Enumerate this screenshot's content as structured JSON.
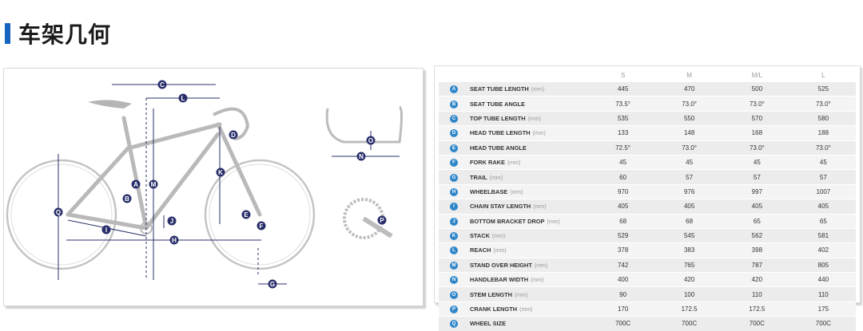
{
  "title": "车架几何",
  "sizes": [
    "S",
    "M",
    "M/L",
    "L"
  ],
  "rows": [
    {
      "letter": "A",
      "name": "SEAT TUBE LENGTH",
      "unit": "(mm)",
      "values": [
        "445",
        "470",
        "500",
        "525"
      ]
    },
    {
      "letter": "B",
      "name": "SEAT TUBE ANGLE",
      "unit": "",
      "values": [
        "73.5°",
        "73.0°",
        "73.0°",
        "73.0°"
      ]
    },
    {
      "letter": "C",
      "name": "TOP TUBE LENGTH",
      "unit": "(mm)",
      "values": [
        "535",
        "550",
        "570",
        "580"
      ]
    },
    {
      "letter": "D",
      "name": "HEAD TUBE LENGTH",
      "unit": "(mm)",
      "values": [
        "133",
        "148",
        "168",
        "188"
      ]
    },
    {
      "letter": "E",
      "name": "HEAD TUBE ANGLE",
      "unit": "",
      "values": [
        "72.5°",
        "73.0°",
        "73.0°",
        "73.0°"
      ]
    },
    {
      "letter": "F",
      "name": "FORK RAKE",
      "unit": "(mm)",
      "values": [
        "45",
        "45",
        "45",
        "45"
      ]
    },
    {
      "letter": "G",
      "name": "TRAIL",
      "unit": "(mm)",
      "values": [
        "60",
        "57",
        "57",
        "57"
      ]
    },
    {
      "letter": "H",
      "name": "WHEELBASE",
      "unit": "(mm)",
      "values": [
        "970",
        "976",
        "997",
        "1007"
      ]
    },
    {
      "letter": "I",
      "name": "CHAIN STAY LENGTH",
      "unit": "(mm)",
      "values": [
        "405",
        "405",
        "405",
        "405"
      ]
    },
    {
      "letter": "J",
      "name": "BOTTOM BRACKET DROP",
      "unit": "(mm)",
      "values": [
        "68",
        "68",
        "65",
        "65"
      ]
    },
    {
      "letter": "K",
      "name": "STACK",
      "unit": "(mm)",
      "values": [
        "529",
        "545",
        "562",
        "581"
      ]
    },
    {
      "letter": "L",
      "name": "REACH",
      "unit": "(mm)",
      "values": [
        "378",
        "383",
        "398",
        "402"
      ]
    },
    {
      "letter": "M",
      "name": "STAND OVER HEIGHT",
      "unit": "(mm)",
      "values": [
        "742",
        "765",
        "787",
        "805"
      ]
    },
    {
      "letter": "N",
      "name": "HANDLEBAR WIDTH",
      "unit": "(mm)",
      "values": [
        "400",
        "420",
        "420",
        "440"
      ]
    },
    {
      "letter": "O",
      "name": "STEM LENGTH",
      "unit": "(mm)",
      "values": [
        "90",
        "100",
        "110",
        "110"
      ]
    },
    {
      "letter": "P",
      "name": "CRANK LENGTH",
      "unit": "(mm)",
      "values": [
        "170",
        "172.5",
        "172.5",
        "175"
      ]
    },
    {
      "letter": "Q",
      "name": "WHEEL SIZE",
      "unit": "",
      "values": [
        "700C",
        "700C",
        "700C",
        "700C"
      ]
    }
  ],
  "diagram_labels": {
    "a": "A",
    "b": "B",
    "c": "C",
    "d": "D",
    "e": "E",
    "f": "F",
    "g": "G",
    "h": "H",
    "i": "I",
    "j": "J",
    "k": "K",
    "l": "L",
    "m": "M",
    "n": "N",
    "o": "O",
    "p": "P",
    "q": "Q"
  },
  "colors": {
    "accent": "#1565c0",
    "badge": "#2e86c9",
    "dimension": "#2a2f6b"
  }
}
